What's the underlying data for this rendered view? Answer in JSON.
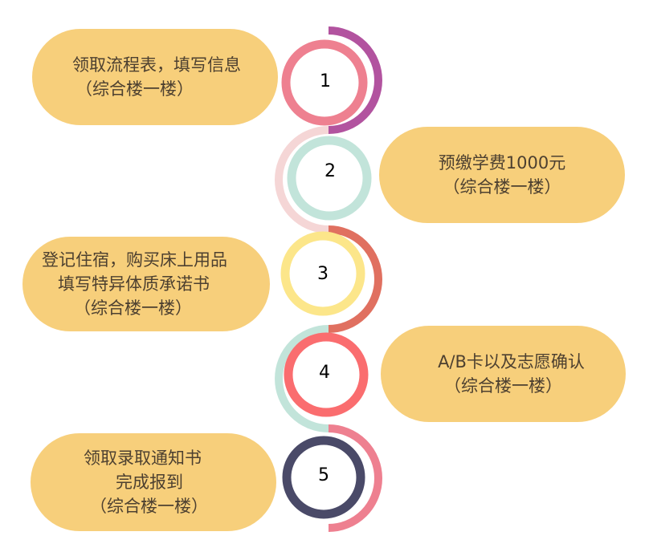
{
  "steps": [
    {
      "number": "1",
      "lines": [
        "领取流程表，填写信息",
        "（综合楼一楼）"
      ]
    },
    {
      "number": "2",
      "lines": [
        "预缴学费1000元",
        "（综合楼一楼）"
      ]
    },
    {
      "number": "3",
      "lines": [
        "登记住宿，购买床上用品",
        "填写特异体质承诺书",
        "（综合楼一楼）"
      ]
    },
    {
      "number": "4",
      "lines": [
        "A/B卡以及志愿确认",
        "（综合楼一楼）"
      ]
    },
    {
      "number": "5",
      "lines": [
        "领取录取通知书",
        "完成报到",
        "（综合楼一楼）"
      ]
    }
  ],
  "colors": {
    "pill": "#f7cf7b",
    "ring_1": "#ee8090",
    "arc_1": "#b2539f",
    "ring_2": "#c2e4da",
    "arc_2": "#f5d6d6",
    "ring_3": "#fce68a",
    "arc_3": "#e07060",
    "ring_4": "#fa6d6f",
    "arc_4": "#c2e4da",
    "ring_5": "#4a4a68",
    "arc_5": "#ee8090"
  }
}
